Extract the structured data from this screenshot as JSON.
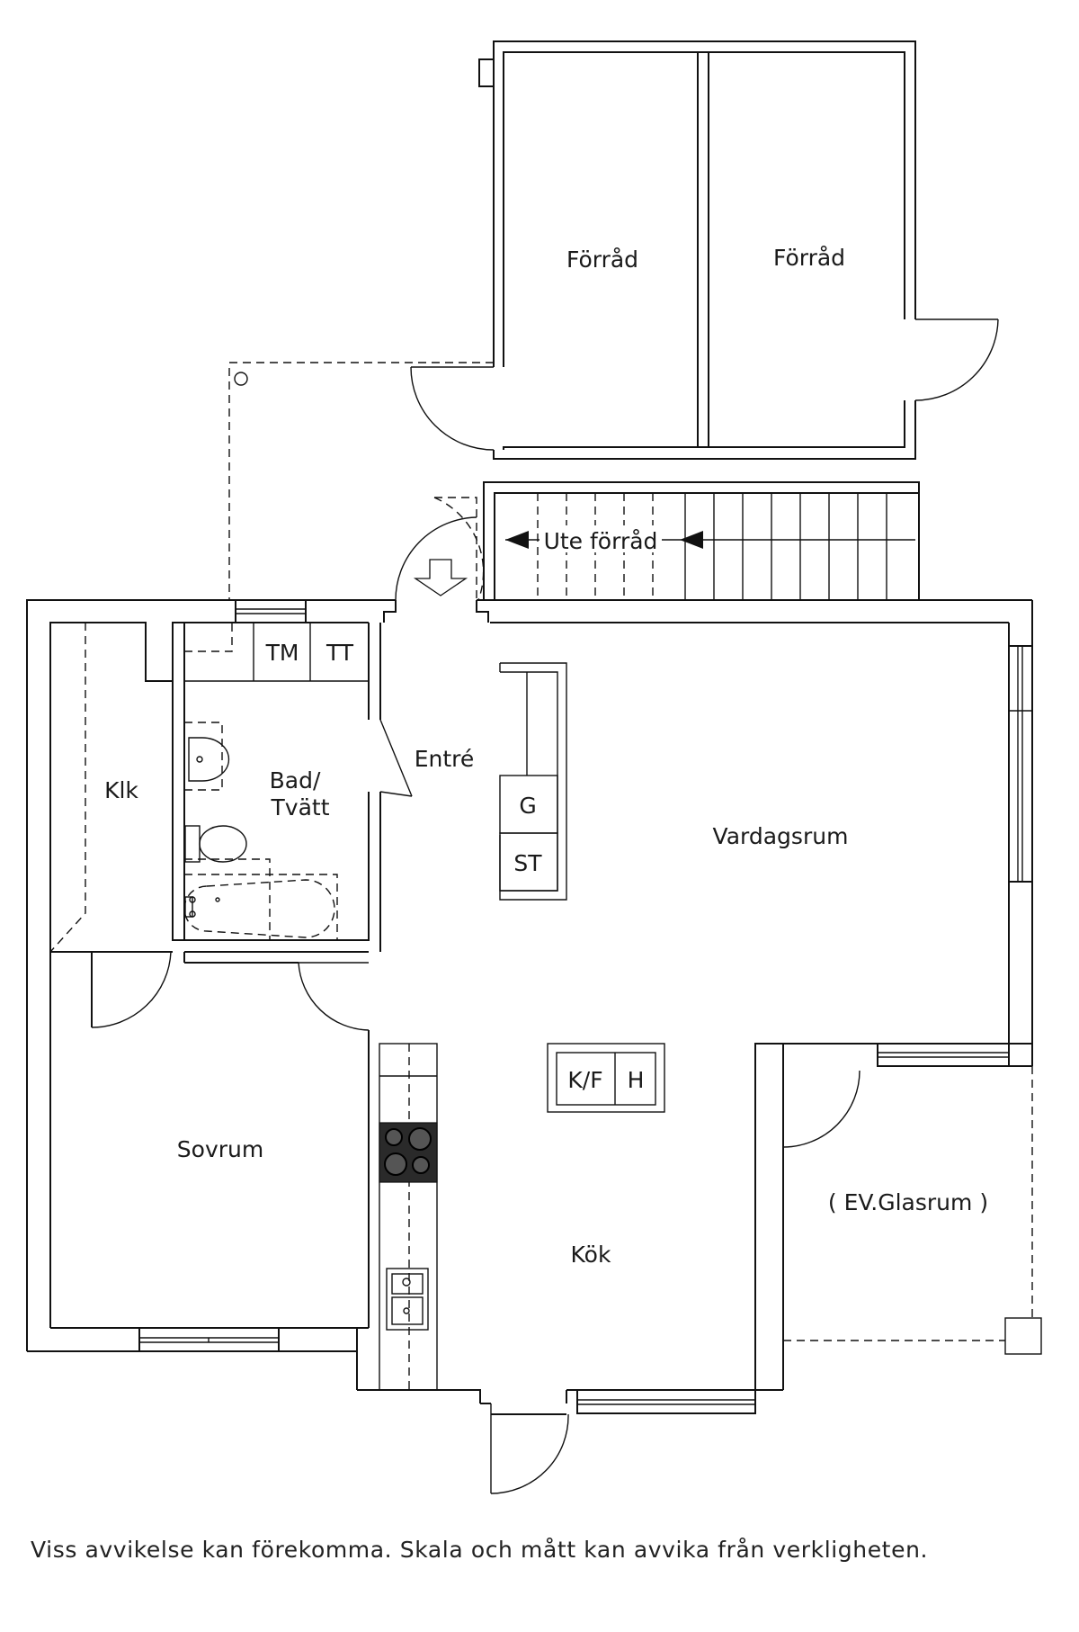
{
  "rooms": {
    "forrad_1": "Förråd",
    "forrad_2": "Förråd",
    "ute_forrad": "Ute förråd",
    "entre": "Entré",
    "bad_tvatt_1": "Bad/",
    "bad_tvatt_2": "Tvätt",
    "klk": "Klk",
    "vardagsrum": "Vardagsrum",
    "sovrum": "Sovrum",
    "kok": "Kök",
    "glasrum": "( EV.Glasrum )"
  },
  "fixtures": {
    "tm": "TM",
    "tt": "TT",
    "g": "G",
    "st": "ST",
    "kf": "K/F",
    "h": "H"
  },
  "caption": "Viss avvikelse kan förekomma. Skala och mått kan avvika från verkligheten."
}
